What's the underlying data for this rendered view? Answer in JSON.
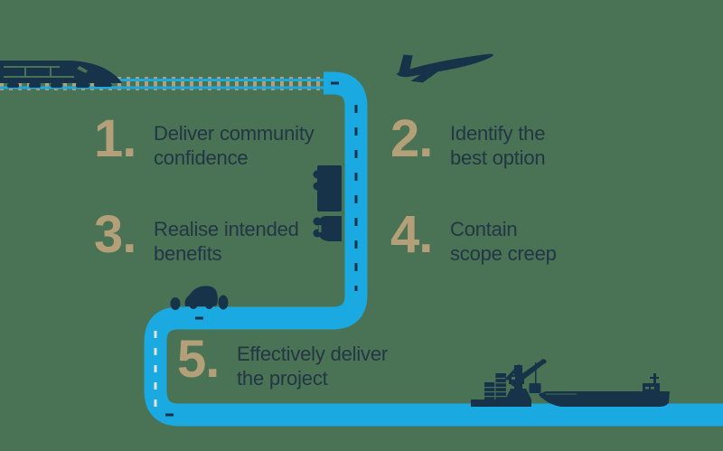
{
  "background_color": "#4a7254",
  "colors": {
    "road_blue": "#1ba9e2",
    "accent_tan": "#b3a078",
    "silhouette_navy": "#17334a",
    "text_navy": "#223645",
    "dash_white": "#e6e4da"
  },
  "steps": [
    {
      "number": "1.",
      "line1": "Deliver community",
      "line2": "confidence"
    },
    {
      "number": "2.",
      "line1": "Identify the",
      "line2": "best option"
    },
    {
      "number": "3.",
      "line1": "Realise intended",
      "line2": "benefits"
    },
    {
      "number": "4.",
      "line1": "Contain",
      "line2": "scope creep"
    },
    {
      "number": "5.",
      "line1": "Effectively deliver",
      "line2": "the project"
    }
  ],
  "icons": [
    "train-icon",
    "railway-track-icon",
    "airplane-icon",
    "truck-icon",
    "car-icon",
    "bush-icon",
    "road-and-water-path",
    "dock-icon",
    "container-stack-icon",
    "port-crane-icon",
    "cargo-ship-icon"
  ]
}
